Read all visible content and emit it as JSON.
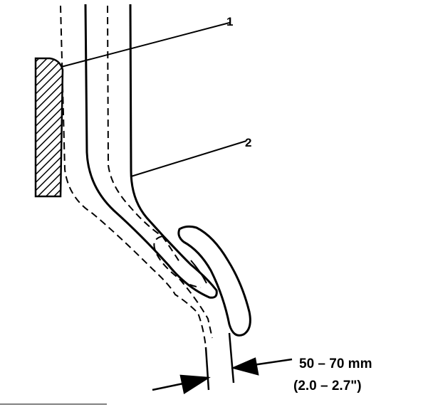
{
  "callouts": {
    "one": "1",
    "two": "2"
  },
  "dimension": {
    "metric": "50 – 70 mm",
    "imperial": "(2.0 – 2.7\")"
  },
  "colors": {
    "ink": "#000000",
    "paper": "#ffffff"
  }
}
